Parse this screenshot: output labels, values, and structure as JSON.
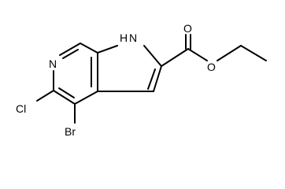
{
  "atoms": {
    "ring_nitrogen": "N",
    "pyrrole_nh": "H",
    "pyrrole_n": "N",
    "carbonyl_oxygen": "O",
    "ester_oxygen": "O",
    "chlorine": "Cl",
    "bromine": "Br"
  },
  "colors": {
    "bond": "#000000",
    "label": "#000000",
    "background": "#ffffff"
  }
}
